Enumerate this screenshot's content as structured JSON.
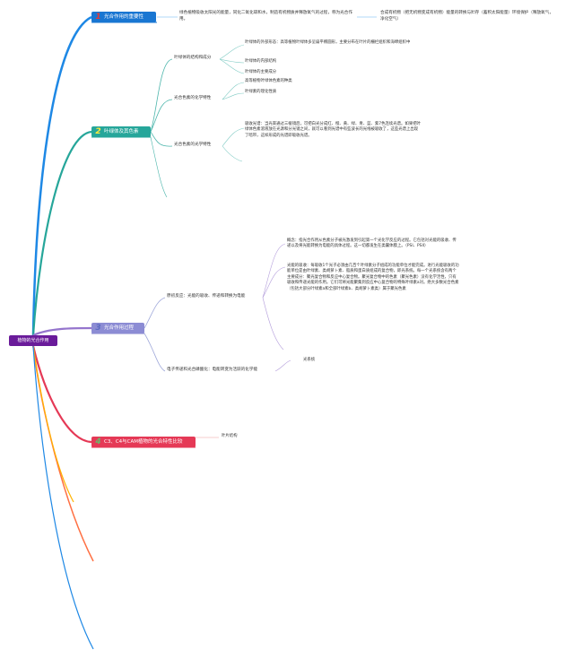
{
  "root": {
    "label": "植物的光合作用"
  },
  "topics": [
    {
      "num": "1",
      "label": "光合作用的重要性",
      "color": "#1976d2"
    },
    {
      "num": "2",
      "label": "叶绿体及其色素",
      "color": "#26a69a"
    },
    {
      "num": "3",
      "label": "光合作用过程",
      "color": "#7e7ec9"
    },
    {
      "num": "4",
      "label": "C3、C4与CAM植物的光合特性比较",
      "color": "#e53956"
    }
  ],
  "t1": {
    "text": "绿色植物吸收太阳光的能量，同化二氧化碳和水，制造有机物质并释放氧气的过程，称为光合作用。",
    "text2": "合成有机物（把无机物变成有机物）能量的转换与贮存（蓄积太阳能量）环境保护（释放氧气，净化空气）"
  },
  "t2": {
    "sub1": {
      "label": "叶绿体的结构和成分",
      "items": [
        "叶绿体的外部形态：高等植物叶绿体多呈扁平椭圆形，主要分布在叶片的栅栏组织和海绵组织中",
        "叶绿体的内部结构",
        "叶绿体的主要成分"
      ]
    },
    "sub2": {
      "label": "光合色素的化学特性",
      "items": [
        "高等植物叶绿体色素的种类",
        "叶绿素的理化性质"
      ]
    },
    "sub3": {
      "label": "光合色素的光学特性",
      "items": [
        "吸收光谱：当光束通过三棱镜后，可把白光分成红、橙、黄、绿、青、蓝、紫7色连续光谱。如果把叶绿体色素溶液放在光源和分光镜之间，就可以看到光谱中有些波长的光线被吸收了，这些光谱上出现了暗带，这样形成的光谱即吸收光谱。"
      ]
    }
  },
  "t3": {
    "sub1": {
      "label": "原初反应：光能的吸收、传递和转换为电能",
      "items": [
        "概念：指光合作用从色素分子被光激发到引起第一个光化学反应的过程。它包括对光能的吸收、传递以及将光能转换为电能的具体过程。这一切都发生在类囊体膜上。（PSI、PSII）",
        "光能的吸收：每吸收1个光子必须由几百个叶绿素分子组成的功能单位才能完成。进行光能吸收的功能单位是由叶绿素、类胡萝卜素、脂质和蛋白质组成的复合物，即光系统。每一个光系统含有两个主要成分：聚光复合物和反应中心复合物。聚光复合物中的色素（聚光色素）没有化学活性，只有吸收和传递光能的作用。它们可将光能聚集到反应中心复合物的特殊叶绿素a对。绝大多数光合色素（包括大部分叶绿素a和全部叶绿素b、类胡萝卜素类）属于聚光色素"
      ]
    },
    "sub2": {
      "label": "电子传递和光合磷酸化：电能转变为活跃的化学能",
      "items": [
        "光系统"
      ]
    }
  },
  "t4": {
    "items": [
      "叶片结构"
    ]
  }
}
